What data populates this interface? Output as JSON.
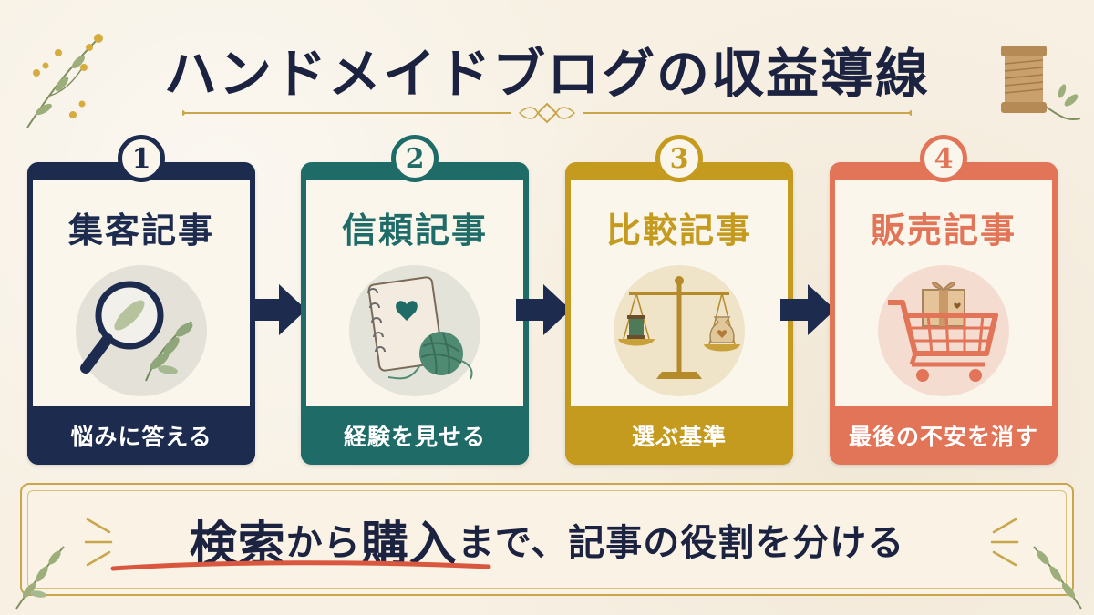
{
  "title": "ハンドメイドブログの収益導線",
  "colors": {
    "navy": "#1c2b4e",
    "teal": "#1f6b68",
    "gold": "#c49a1f",
    "coral": "#e27457",
    "ink": "#1c2340",
    "accent_line": "#d9573f"
  },
  "steps": [
    {
      "number": "1",
      "title": "集客記事",
      "subtitle": "悩みに答える",
      "icon": "magnifying-glass-leaf-icon",
      "color": "#1c2b4e"
    },
    {
      "number": "2",
      "title": "信頼記事",
      "subtitle": "経験を見せる",
      "icon": "notebook-yarn-icon",
      "color": "#1f6b68"
    },
    {
      "number": "3",
      "title": "比較記事",
      "subtitle": "選ぶ基準",
      "icon": "balance-scale-icon",
      "color": "#c49a1f"
    },
    {
      "number": "4",
      "title": "販売記事",
      "subtitle": "最後の不安を消す",
      "icon": "shopping-cart-gift-icon",
      "color": "#e27457"
    }
  ],
  "banner": {
    "part1": "検索",
    "part2": "から",
    "part3": "購入",
    "part4": "まで、記事の役割を分ける"
  }
}
